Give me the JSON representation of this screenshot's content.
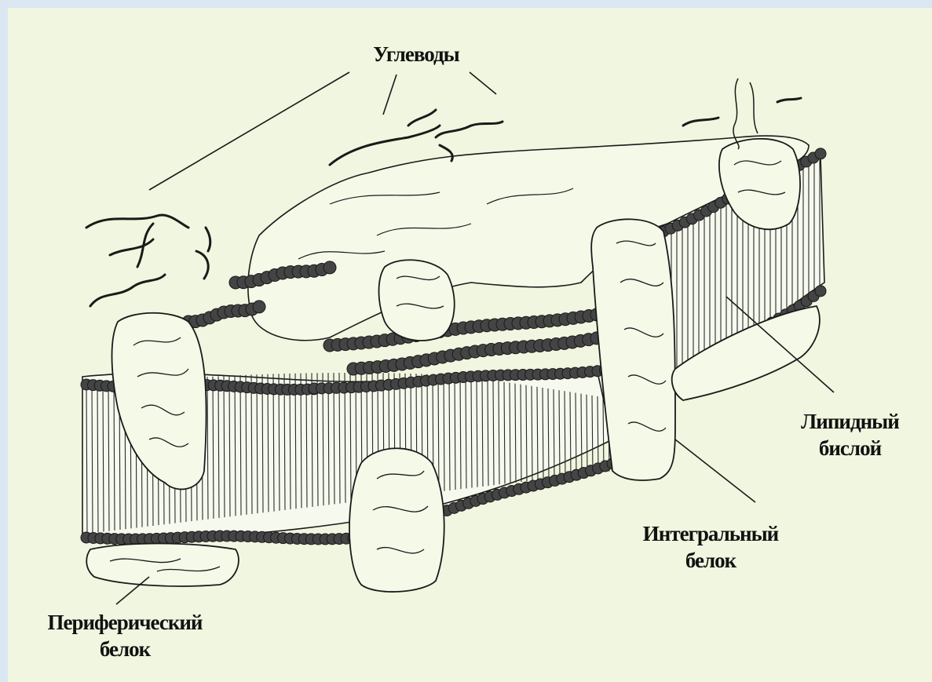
{
  "labels": {
    "carbohydrates": "Углеводы",
    "lipid_bilayer": [
      "Липидный",
      "бислой"
    ],
    "integral_protein": [
      "Интегральный",
      "белок"
    ],
    "peripheral_protein": [
      "Периферический",
      "белок"
    ]
  },
  "colors": {
    "background_border": "#dbe6f3",
    "background": "#f0f6df",
    "ink": "#1a1a1a",
    "heads": "#444444"
  }
}
